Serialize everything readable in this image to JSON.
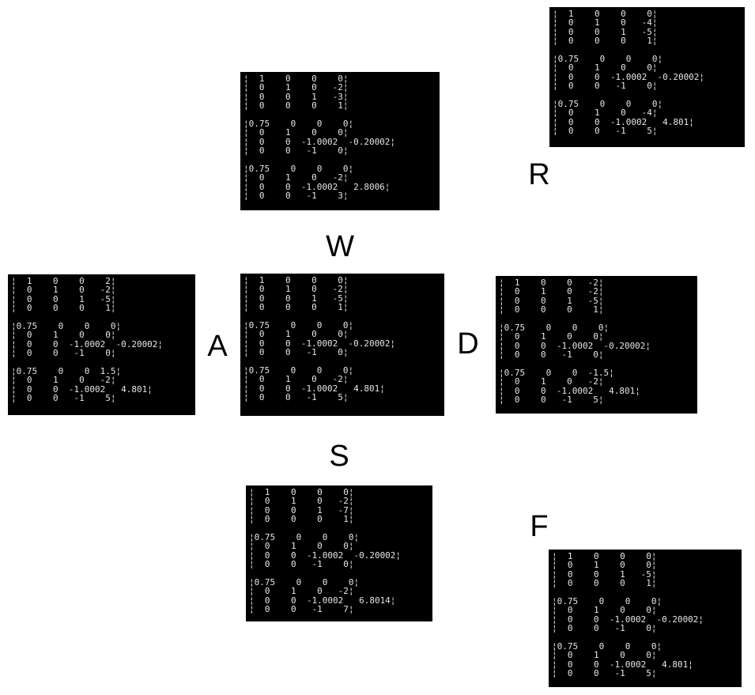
{
  "labels": {
    "w": "W",
    "a": "A",
    "s": "S",
    "d": "D",
    "r": "R",
    "f": "F"
  },
  "consoles": {
    "center": "¦  1    0    0    0¦\n¦  0    1    0   -2¦\n¦  0    0    1   -5¦\n¦  0    0    0    1¦\n\n¦0.75    0    0    0¦\n¦  0    1    0    0¦\n¦  0    0  -1.0002  -0.20002¦\n¦  0    0   -1    0¦\n\n¦0.75    0    0    0¦\n¦  0    1    0   -2¦\n¦  0    0  -1.0002   4.801¦\n¦  0    0   -1    5¦",
    "w": "¦  1    0    0    0¦\n¦  0    1    0   -2¦\n¦  0    0    1   -3¦\n¦  0    0    0    1¦\n\n¦0.75    0    0    0¦\n¦  0    1    0    0¦\n¦  0    0  -1.0002  -0.20002¦\n¦  0    0   -1    0¦\n\n¦0.75    0    0    0¦\n¦  0    1    0   -2¦\n¦  0    0  -1.0002   2.8006¦\n¦  0    0   -1    3¦",
    "a": "¦  1    0    0    2¦\n¦  0    1    0   -2¦\n¦  0    0    1   -5¦\n¦  0    0    0    1¦\n\n¦0.75    0    0    0¦\n¦  0    1    0    0¦\n¦  0    0  -1.0002  -0.20002¦\n¦  0    0   -1    0¦\n\n¦0.75    0    0  1.5¦\n¦  0    1    0   -2¦\n¦  0    0  -1.0002   4.801¦\n¦  0    0   -1    5¦",
    "d": "¦  1    0    0   -2¦\n¦  0    1    0   -2¦\n¦  0    0    1   -5¦\n¦  0    0    0    1¦\n\n¦0.75    0    0    0¦\n¦  0    1    0    0¦\n¦  0    0  -1.0002  -0.20002¦\n¦  0    0   -1    0¦\n\n¦0.75    0    0  -1.5¦\n¦  0    1    0   -2¦\n¦  0    0  -1.0002   4.801¦\n¦  0    0   -1    5¦",
    "s": "¦  1    0    0    0¦\n¦  0    1    0   -2¦\n¦  0    0    1   -7¦\n¦  0    0    0    1¦\n\n¦0.75    0    0    0¦\n¦  0    1    0    0¦\n¦  0    0  -1.0002  -0.20002¦\n¦  0    0   -1    0¦\n\n¦0.75    0    0    0¦\n¦  0    1    0   -2¦\n¦  0    0  -1.0002   6.8014¦\n¦  0    0   -1    7¦",
    "r": "¦  1    0    0    0¦\n¦  0    1    0   -4¦\n¦  0    0    1   -5¦\n¦  0    0    0    1¦\n\n¦0.75    0    0    0¦\n¦  0    1    0    0¦\n¦  0    0  -1.0002  -0.20002¦\n¦  0    0   -1    0¦\n\n¦0.75    0    0    0¦\n¦  0    1    0   -4¦\n¦  0    0  -1.0002   4.801¦\n¦  0    0   -1    5¦",
    "f": "¦  1    0    0    0¦\n¦  0    1    0    0¦\n¦  0    0    1   -5¦\n¦  0    0    0    1¦\n\n¦0.75    0    0    0¦\n¦  0    1    0    0¦\n¦  0    0  -1.0002  -0.20002¦\n¦  0    0   -1    0¦\n\n¦0.75    0    0    0¦\n¦  0    1    0    0¦\n¦  0    0  -1.0002   4.801¦\n¦  0    0   -1    5¦"
  },
  "colors": {
    "console_background": "#000000",
    "console_text": "#e6e6e6",
    "page_background": "#ffffff",
    "label_text": "#000000"
  }
}
